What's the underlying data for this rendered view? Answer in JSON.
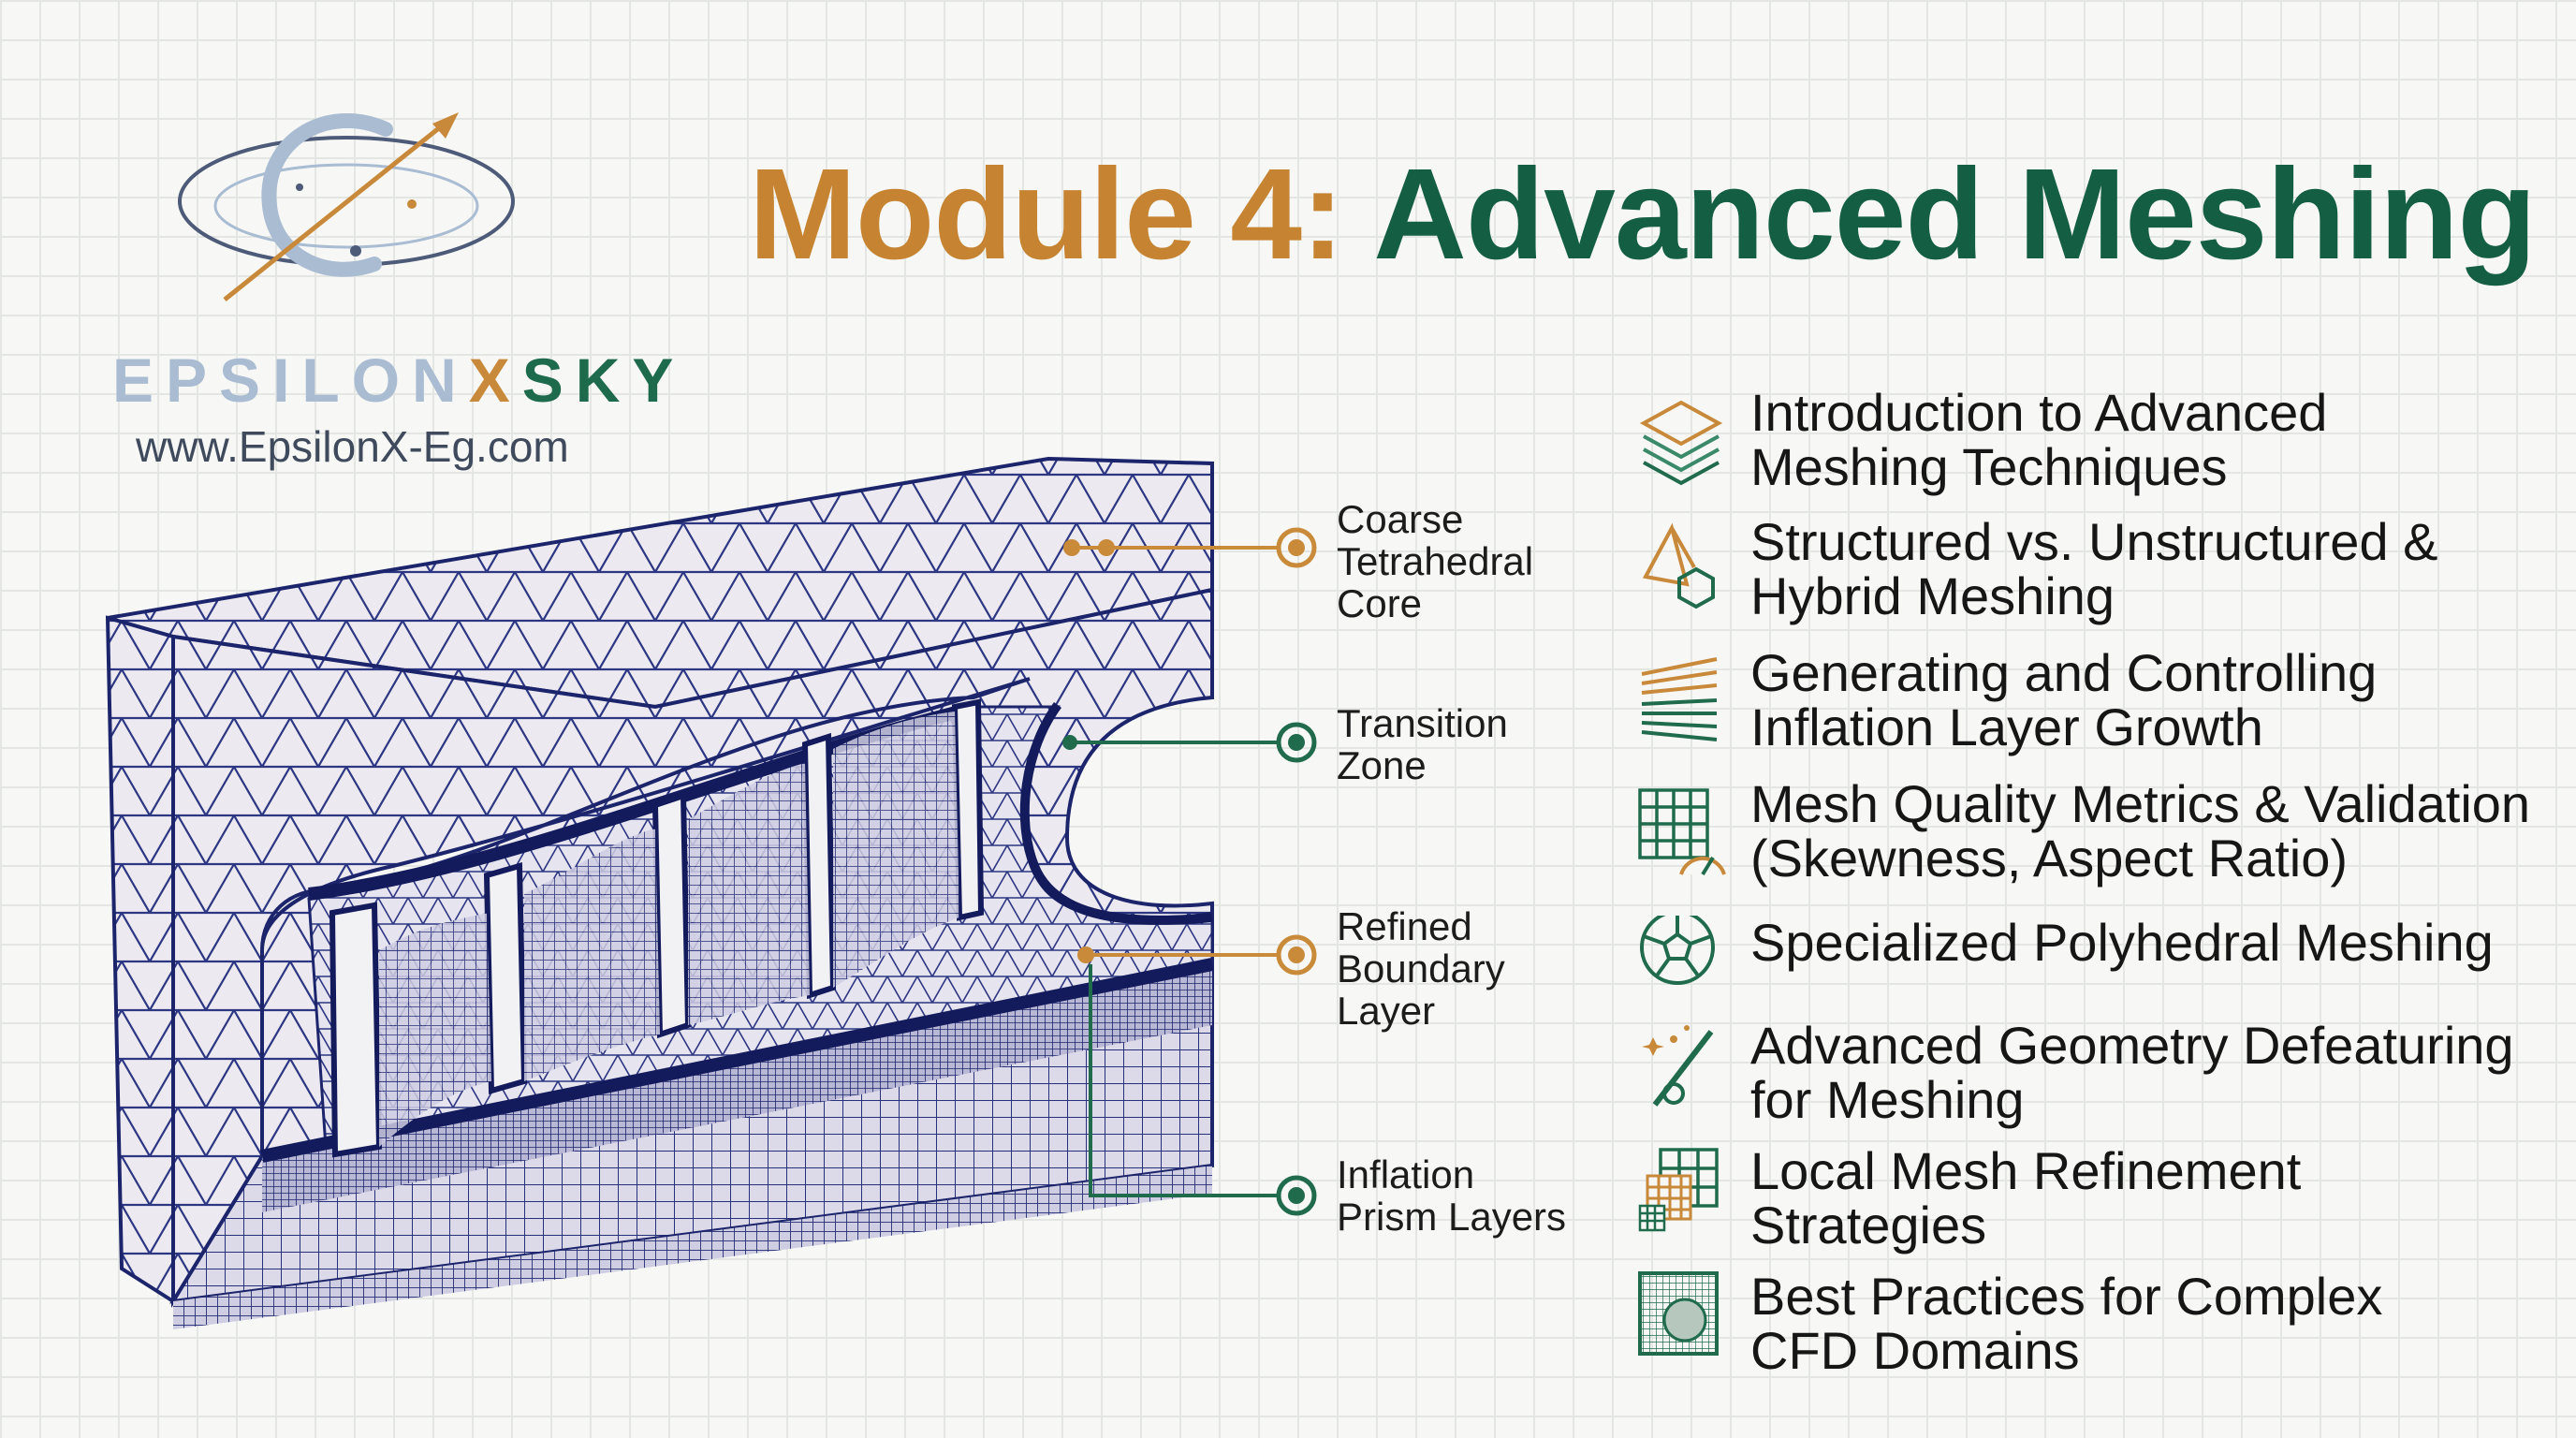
{
  "brand": {
    "name_part1": "EPSILON",
    "name_part2": "X",
    "name_part3": "SKY",
    "website": "www.EpsilonX-Eg.com"
  },
  "title": {
    "part1": "Module 4:",
    "part2": "Advanced Meshing"
  },
  "callouts": [
    {
      "line1": "Coarse",
      "line2": "Tetrahedral",
      "line3": "Core",
      "color": "#c98a3a"
    },
    {
      "line1": "Transition",
      "line2": "Zone",
      "color": "#1f6b4c"
    },
    {
      "line1": "Refined",
      "line2": "Boundary",
      "line3": "Layer",
      "color": "#c98a3a"
    },
    {
      "line1": "Inflation",
      "line2": "Prism Layers",
      "color": "#1f6b4c"
    }
  ],
  "topics": [
    {
      "line1": "Introduction to Advanced",
      "line2": "Meshing Techniques",
      "icon": "layers-icon"
    },
    {
      "line1": "Structured vs. Unstructured &",
      "line2": "Hybrid Meshing",
      "icon": "tetrahedron-hexagon-icon"
    },
    {
      "line1": "Generating and Controlling",
      "line2": "Inflation Layer Growth",
      "icon": "inflation-layers-icon"
    },
    {
      "line1": "Mesh Quality Metrics & Validation",
      "line2": "(Skewness, Aspect Ratio)",
      "icon": "grid-gauge-icon"
    },
    {
      "line1": "Specialized Polyhedral Meshing",
      "icon": "polyhedral-ball-icon"
    },
    {
      "line1": "Advanced Geometry Defeaturing",
      "line2": "for Meshing",
      "icon": "magic-wand-icon"
    },
    {
      "line1": "Local Mesh Refinement",
      "line2": "Strategies",
      "icon": "refinement-squares-icon"
    },
    {
      "line1": "Best Practices for Complex",
      "line2": "CFD Domains",
      "icon": "dense-mesh-icon"
    }
  ],
  "colors": {
    "gold": "#c68432",
    "green": "#145e43",
    "mesh_line": "#26307a",
    "logo_blue": "#a9bcd2"
  }
}
